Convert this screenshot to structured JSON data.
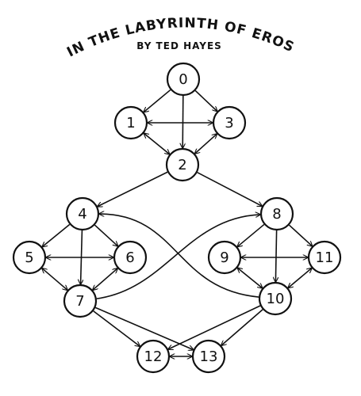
{
  "title": "IN THE LABYRINTH OF EROS",
  "subtitle": "BY TED HAYES",
  "nodes": [
    {
      "id": "0",
      "label": "0"
    },
    {
      "id": "1",
      "label": "1"
    },
    {
      "id": "2",
      "label": "2"
    },
    {
      "id": "3",
      "label": "3"
    },
    {
      "id": "4",
      "label": "4"
    },
    {
      "id": "5",
      "label": "5"
    },
    {
      "id": "6",
      "label": "6"
    },
    {
      "id": "7",
      "label": "7"
    },
    {
      "id": "8",
      "label": "8"
    },
    {
      "id": "9",
      "label": "9"
    },
    {
      "id": "10",
      "label": "10"
    },
    {
      "id": "11",
      "label": "11"
    },
    {
      "id": "12",
      "label": "12"
    },
    {
      "id": "13",
      "label": "13"
    }
  ],
  "edges": [
    {
      "from": "0",
      "to": "1",
      "bidirectional": false
    },
    {
      "from": "0",
      "to": "2",
      "bidirectional": false
    },
    {
      "from": "0",
      "to": "3",
      "bidirectional": false
    },
    {
      "from": "1",
      "to": "3",
      "bidirectional": true
    },
    {
      "from": "1",
      "to": "2",
      "bidirectional": true
    },
    {
      "from": "3",
      "to": "2",
      "bidirectional": true
    },
    {
      "from": "2",
      "to": "4",
      "bidirectional": false
    },
    {
      "from": "2",
      "to": "8",
      "bidirectional": false
    },
    {
      "from": "4",
      "to": "5",
      "bidirectional": false
    },
    {
      "from": "4",
      "to": "6",
      "bidirectional": false
    },
    {
      "from": "4",
      "to": "7",
      "bidirectional": false
    },
    {
      "from": "5",
      "to": "6",
      "bidirectional": true
    },
    {
      "from": "5",
      "to": "7",
      "bidirectional": true
    },
    {
      "from": "6",
      "to": "7",
      "bidirectional": true
    },
    {
      "from": "7",
      "to": "8",
      "bidirectional": false,
      "curved": true
    },
    {
      "from": "10",
      "to": "4",
      "bidirectional": false,
      "curved": true
    },
    {
      "from": "8",
      "to": "9",
      "bidirectional": false
    },
    {
      "from": "8",
      "to": "10",
      "bidirectional": false
    },
    {
      "from": "8",
      "to": "11",
      "bidirectional": false
    },
    {
      "from": "9",
      "to": "11",
      "bidirectional": true
    },
    {
      "from": "9",
      "to": "10",
      "bidirectional": true
    },
    {
      "from": "11",
      "to": "10",
      "bidirectional": true
    },
    {
      "from": "7",
      "to": "12",
      "bidirectional": false
    },
    {
      "from": "7",
      "to": "13",
      "bidirectional": false
    },
    {
      "from": "10",
      "to": "12",
      "bidirectional": false
    },
    {
      "from": "10",
      "to": "13",
      "bidirectional": false
    },
    {
      "from": "12",
      "to": "13",
      "bidirectional": true
    }
  ]
}
